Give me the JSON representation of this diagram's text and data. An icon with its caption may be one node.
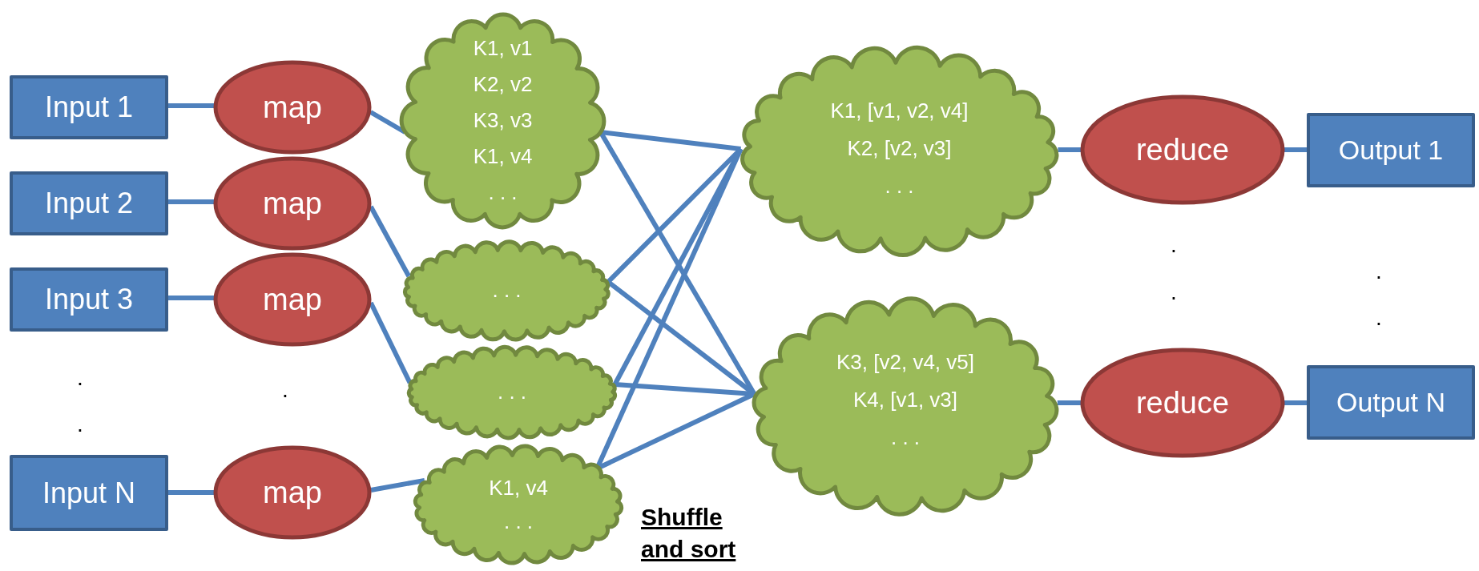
{
  "diagram": {
    "nodes": [
      {
        "text": [
          "Input 1"
        ]
      },
      {
        "text": [
          "map"
        ]
      },
      {
        "text": [
          "Input 2"
        ]
      },
      {
        "text": [
          "map"
        ]
      },
      {
        "text": [
          "Input 3"
        ]
      },
      {
        "text": [
          "map"
        ]
      },
      {
        "text": [
          "Input N"
        ]
      },
      {
        "text": [
          "map"
        ]
      },
      {
        "text": [
          "K1, v1",
          "K2, v2",
          "K3, v3",
          "K1, v4",
          ". . ."
        ]
      },
      {
        "text": [
          ". . ."
        ]
      },
      {
        "text": [
          ". . ."
        ]
      },
      {
        "text": [
          "K1, v4",
          ". . ."
        ]
      },
      {
        "text": [
          "K1, [v1, v2, v4]",
          "K2, [v2, v3]",
          ". . ."
        ]
      },
      {
        "text": [
          "reduce"
        ]
      },
      {
        "text": [
          "Output 1"
        ]
      },
      {
        "text": [
          "K3, [v2, v4, v5]",
          "K4, [v1, v3]",
          ". . ."
        ]
      },
      {
        "text": [
          "reduce"
        ]
      },
      {
        "text": [
          "Output N"
        ]
      }
    ],
    "edges": [
      {
        "from": 0,
        "to": 1,
        "arrow": "none"
      },
      {
        "from": 2,
        "to": 3,
        "arrow": "none"
      },
      {
        "from": 4,
        "to": 5,
        "arrow": "none"
      },
      {
        "from": 6,
        "to": 7,
        "arrow": "none"
      },
      {
        "from": 1,
        "to": 8,
        "arrow": "none"
      },
      {
        "from": 3,
        "to": 9,
        "arrow": "none"
      },
      {
        "from": 5,
        "to": 10,
        "arrow": "none"
      },
      {
        "from": 7,
        "to": 11,
        "arrow": "none"
      },
      {
        "from": 8,
        "to": 12,
        "arrow": "none"
      },
      {
        "from": 8,
        "to": 15,
        "arrow": "none"
      },
      {
        "from": 9,
        "to": 12,
        "arrow": "none"
      },
      {
        "from": 9,
        "to": 15,
        "arrow": "none"
      },
      {
        "from": 10,
        "to": 12,
        "arrow": "none"
      },
      {
        "from": 10,
        "to": 15,
        "arrow": "none"
      },
      {
        "from": 11,
        "to": 12,
        "arrow": "none"
      },
      {
        "from": 11,
        "to": 15,
        "arrow": "none"
      },
      {
        "from": 12,
        "to": 13,
        "arrow": "none"
      },
      {
        "from": 13,
        "to": 14,
        "arrow": "none"
      },
      {
        "from": 15,
        "to": 16,
        "arrow": "none"
      },
      {
        "from": 16,
        "to": 17,
        "arrow": "none"
      }
    ],
    "labels": [
      ".",
      ".",
      ".",
      ".",
      ".",
      ".",
      ".",
      "Shuffle and sort"
    ]
  }
}
